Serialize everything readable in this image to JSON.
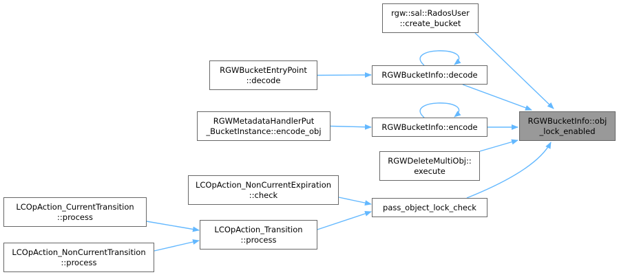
{
  "graph": {
    "edge_color": "#63b8ff",
    "focus_fill": "#999999",
    "node_border": "#666666",
    "nodes": [
      {
        "id": "focus",
        "lines": [
          "RGWBucketInfo::obj",
          "_lock_enabled"
        ]
      },
      {
        "id": "create_bucket",
        "lines": [
          "rgw::sal::RadosUser",
          "::create_bucket"
        ]
      },
      {
        "id": "decode",
        "lines": [
          "RGWBucketInfo::decode"
        ]
      },
      {
        "id": "entrypoint_decode",
        "lines": [
          "RGWBucketEntryPoint",
          "::decode"
        ]
      },
      {
        "id": "encode",
        "lines": [
          "RGWBucketInfo::encode"
        ]
      },
      {
        "id": "metadata_put",
        "lines": [
          "RGWMetadataHandlerPut",
          "_BucketInstance::encode_obj"
        ]
      },
      {
        "id": "delete_multi",
        "lines": [
          "RGWDeleteMultiObj::",
          "execute"
        ]
      },
      {
        "id": "pass_lock",
        "lines": [
          "pass_object_lock_check"
        ]
      },
      {
        "id": "noncurrent_exp",
        "lines": [
          "LCOpAction_NonCurrentExpiration",
          "::check"
        ]
      },
      {
        "id": "transition",
        "lines": [
          "LCOpAction_Transition",
          "::process"
        ]
      },
      {
        "id": "current_trans",
        "lines": [
          "LCOpAction_CurrentTransition",
          "::process"
        ]
      },
      {
        "id": "noncurrent_trans",
        "lines": [
          "LCOpAction_NonCurrentTransition",
          "::process"
        ]
      }
    ],
    "edges": [
      {
        "from": "create_bucket",
        "to": "focus"
      },
      {
        "from": "decode",
        "to": "focus"
      },
      {
        "from": "decode",
        "to": "decode"
      },
      {
        "from": "entrypoint_decode",
        "to": "decode"
      },
      {
        "from": "encode",
        "to": "focus"
      },
      {
        "from": "encode",
        "to": "encode"
      },
      {
        "from": "metadata_put",
        "to": "encode"
      },
      {
        "from": "delete_multi",
        "to": "focus"
      },
      {
        "from": "pass_lock",
        "to": "focus"
      },
      {
        "from": "noncurrent_exp",
        "to": "pass_lock"
      },
      {
        "from": "transition",
        "to": "pass_lock"
      },
      {
        "from": "current_trans",
        "to": "transition"
      },
      {
        "from": "noncurrent_trans",
        "to": "transition"
      }
    ]
  }
}
